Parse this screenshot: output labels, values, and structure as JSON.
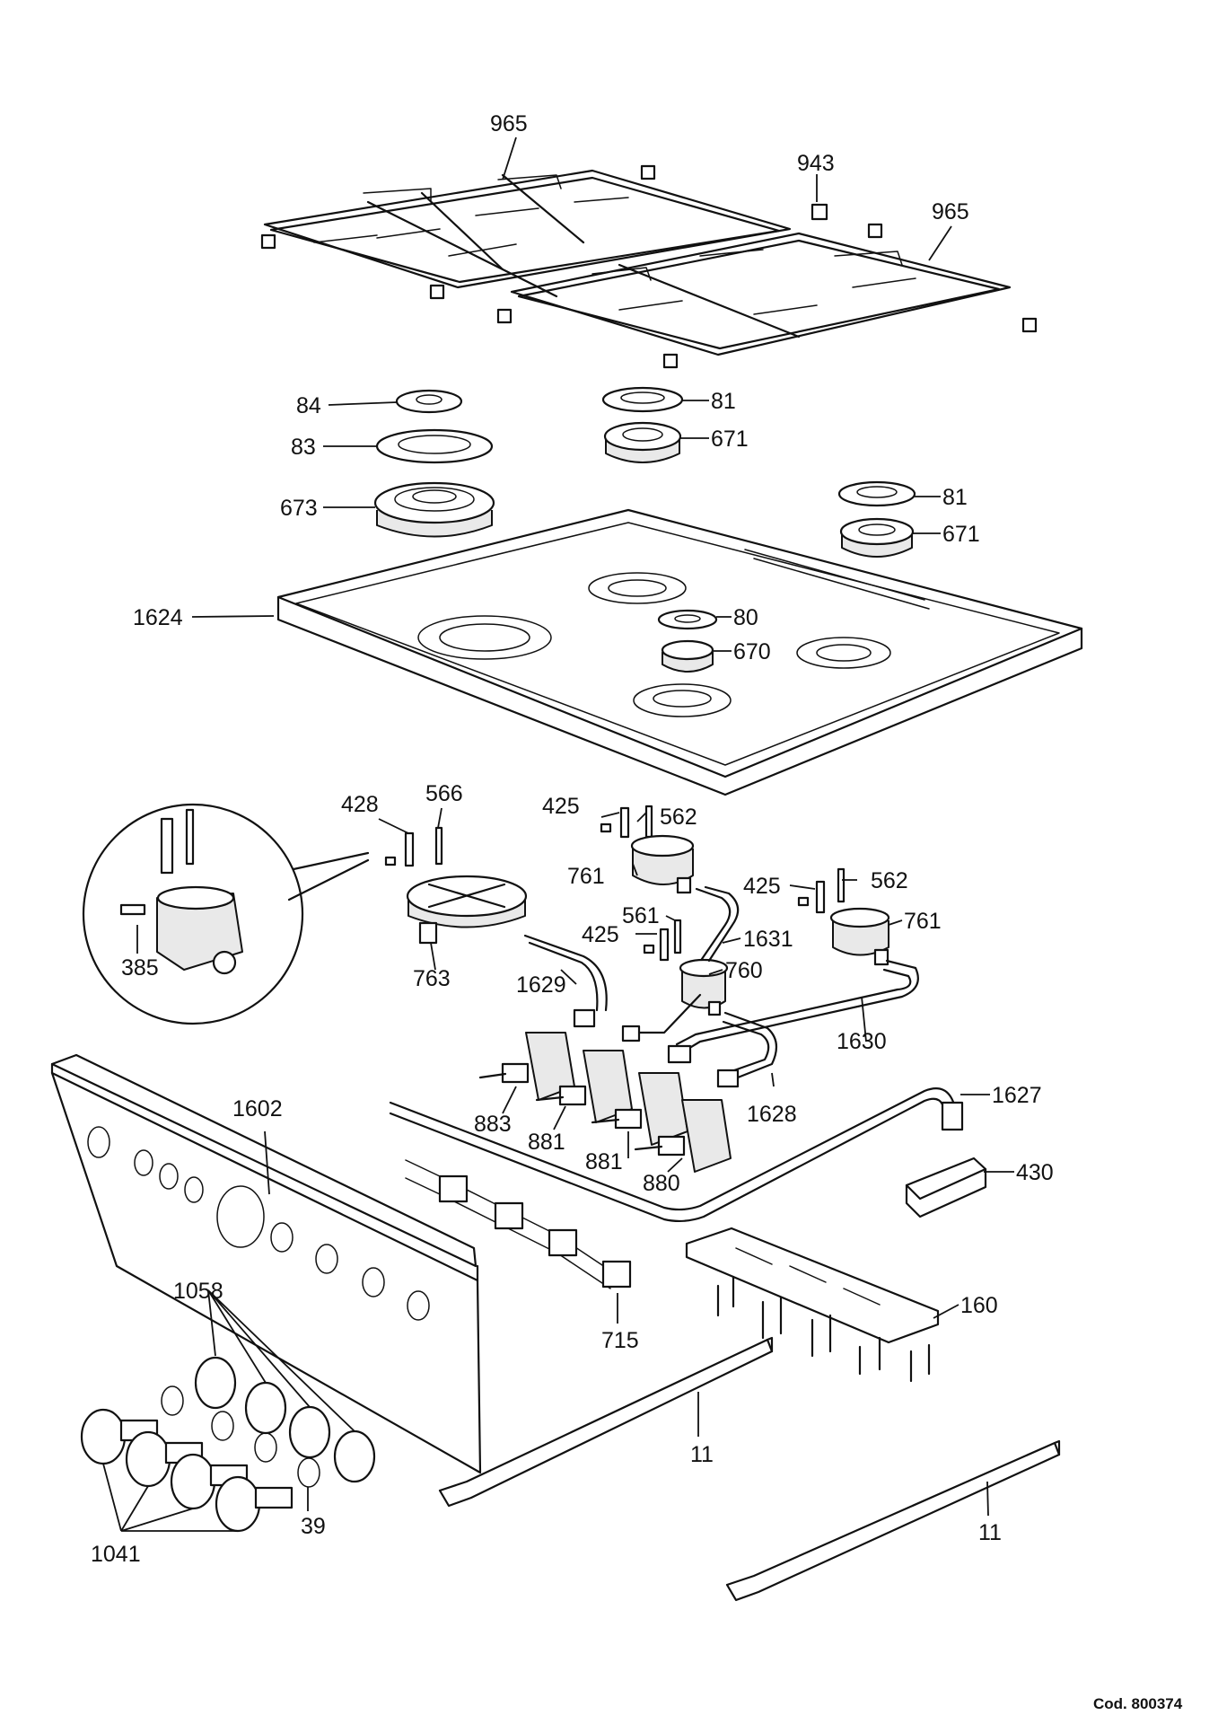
{
  "labels": {
    "l965a": "965",
    "l943": "943",
    "l965b": "965",
    "l84": "84",
    "l83": "83",
    "l673": "673",
    "l81a": "81",
    "l671a": "671",
    "l81b": "81",
    "l671b": "671",
    "l1624": "1624",
    "l80": "80",
    "l670": "670",
    "l428": "428",
    "l566": "566",
    "l425a": "425",
    "l562a": "562",
    "l761a": "761",
    "l425b": "425",
    "l562b": "562",
    "l761b": "761",
    "l561": "561",
    "l425c": "425",
    "l1631": "1631",
    "l760": "760",
    "l385": "385",
    "l763": "763",
    "l1629": "1629",
    "l1630": "1630",
    "l1602": "1602",
    "l883": "883",
    "l881a": "881",
    "l881b": "881",
    "l880": "880",
    "l1628": "1628",
    "l1627": "1627",
    "l430": "430",
    "l1058": "1058",
    "l715": "715",
    "l160": "160",
    "l11a": "11",
    "l11b": "11",
    "l39": "39",
    "l1041": "1041"
  },
  "footer": {
    "code": "Cod. 800374"
  }
}
